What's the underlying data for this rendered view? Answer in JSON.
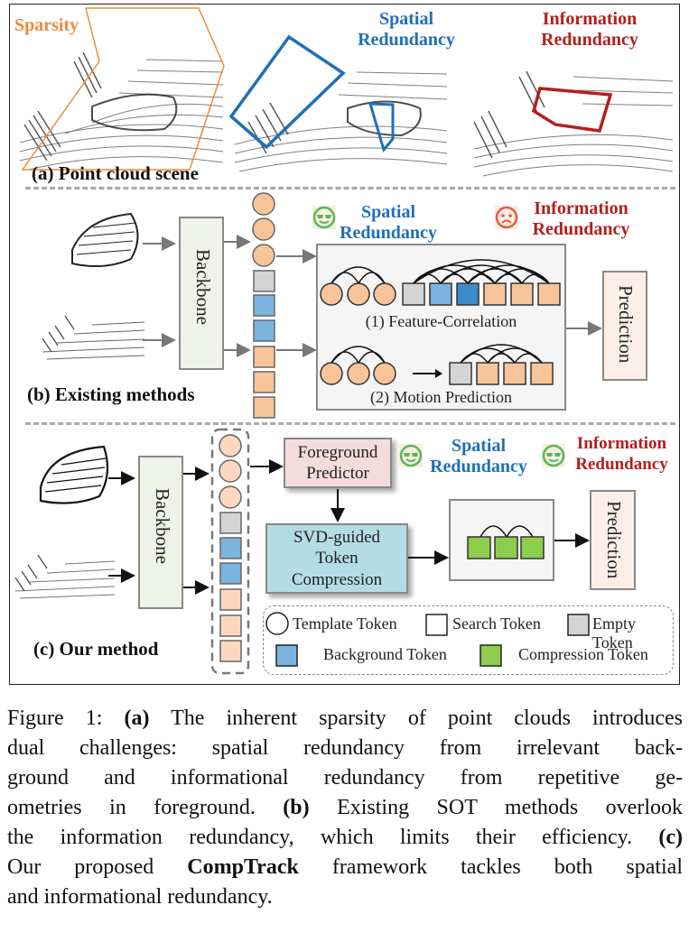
{
  "figure": {
    "panel_a": {
      "label": "(a) Point cloud scene",
      "sparsity": "Sparsity",
      "spatial_line1": "Spatial",
      "spatial_line2": "Redundancy",
      "info_line1": "Information",
      "info_line2": "Redundancy"
    },
    "panel_b": {
      "label": "(b) Existing  methods",
      "backbone": "Backbone",
      "spatial_line1": "Spatial",
      "spatial_line2": "Redundancy",
      "info_line1": "Information",
      "info_line2": "Redundancy",
      "spatial_status_icon": "happy-sunglasses-face-icon",
      "info_status_icon": "sad-face-icon",
      "sub1": "(1) Feature-Correlation",
      "sub2": "(2) Motion Prediction",
      "prediction": "Prediction"
    },
    "panel_c": {
      "label": "(c) Our  method",
      "backbone": "Backbone",
      "fg_line1": "Foreground",
      "fg_line2": "Predictor",
      "svd_line1": "SVD-guided",
      "svd_line2": "Token",
      "svd_line3": "Compression",
      "spatial_line1": "Spatial",
      "spatial_line2": "Redundancy",
      "info_line1": "Information",
      "info_line2": "Redundancy",
      "spatial_status_icon": "happy-sunglasses-face-icon",
      "info_status_icon": "happy-sunglasses-face-icon",
      "prediction": "Prediction"
    },
    "legend": {
      "template": "Template Token",
      "search": "Search Token",
      "empty": "Empty Token",
      "background": "Background Token",
      "compression": "Compression Token"
    },
    "colors": {
      "template_token": "#f8c49a",
      "empty_token": "#d4d4d4",
      "background_token": "#7ab4de",
      "background_token_dark": "#3b8ccc",
      "compression_token": "#8ccd4e",
      "spatial_text": "#1f6fb8",
      "info_text": "#b41e1e",
      "sparsity_text": "#ed8b3a"
    }
  },
  "caption": {
    "l1_prefix": "Figure 1: ",
    "l1_bold": "(a)",
    "l1_rest": " The inherent sparsity of point clouds introduces",
    "l2": "dual challenges: spatial redundancy from irrelevant back-",
    "l3": "ground and informational redundancy from repetitive ge-",
    "l4_pre": "ometries in foreground. ",
    "l4_bold": "(b)",
    "l4_rest": " Existing SOT methods overlook",
    "l5_pre": "the information redundancy, which limits their efficiency. ",
    "l5_bold": "(c)",
    "l6_pre": "Our proposed ",
    "l6_bold": "CompTrack",
    "l6_rest": " framework tackles both spatial",
    "l7": "and informational redundancy."
  }
}
